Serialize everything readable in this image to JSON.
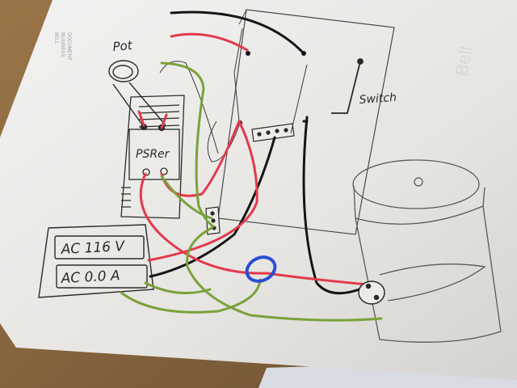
{
  "sketch": {
    "labels": {
      "pot": "Pot",
      "psr": "PSRer",
      "switch": "Switch",
      "meter_voltage": "AC 116 V",
      "meter_current": "AC 0.0 A"
    },
    "margin_text": {
      "stamp_a": "BELL",
      "stamp_b": "BUSINESS",
      "stamp_c": "DOCUMENT",
      "logo": "Bell"
    }
  },
  "colors": {
    "table_wood": "#8a6a43",
    "paper": "#ecebe8",
    "pencil": "#3a3a3a",
    "wire_black": "#151515",
    "wire_red": "#e23a4a",
    "wire_green": "#7aa23a",
    "marker_blue": "#2a4ed0"
  }
}
